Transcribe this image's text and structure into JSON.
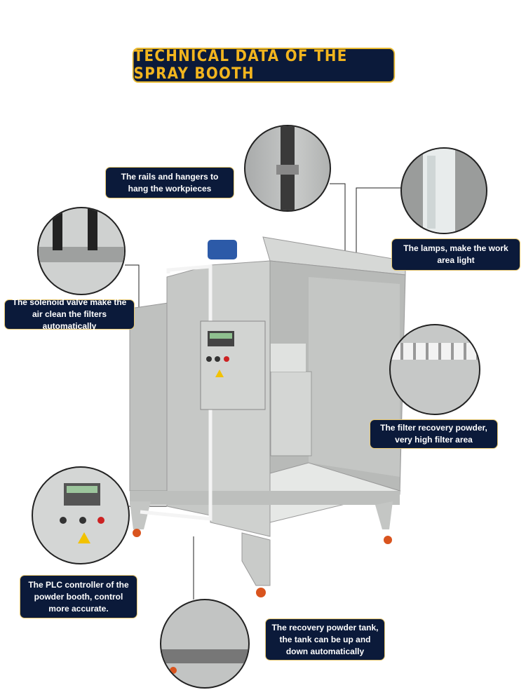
{
  "title": "TECHNICAL DATA OF THE SPRAY BOOTH",
  "callouts": {
    "rails": "The rails and hangers to hang the workpieces",
    "lamps": "The lamps, make the work area light",
    "solenoid": "The solenoid valve make the air clean the filters automatically",
    "filter": "The filter recovery powder, very high filter area",
    "plc": "The PLC controller of the powder booth, control more accurate.",
    "tank": "The recovery powder tank, the tank can be up and down automatically"
  },
  "colors": {
    "label_bg": "#0b1a3a",
    "title_text": "#f2b51e",
    "border": "#e8b930",
    "booth": "#c9cbc9"
  }
}
